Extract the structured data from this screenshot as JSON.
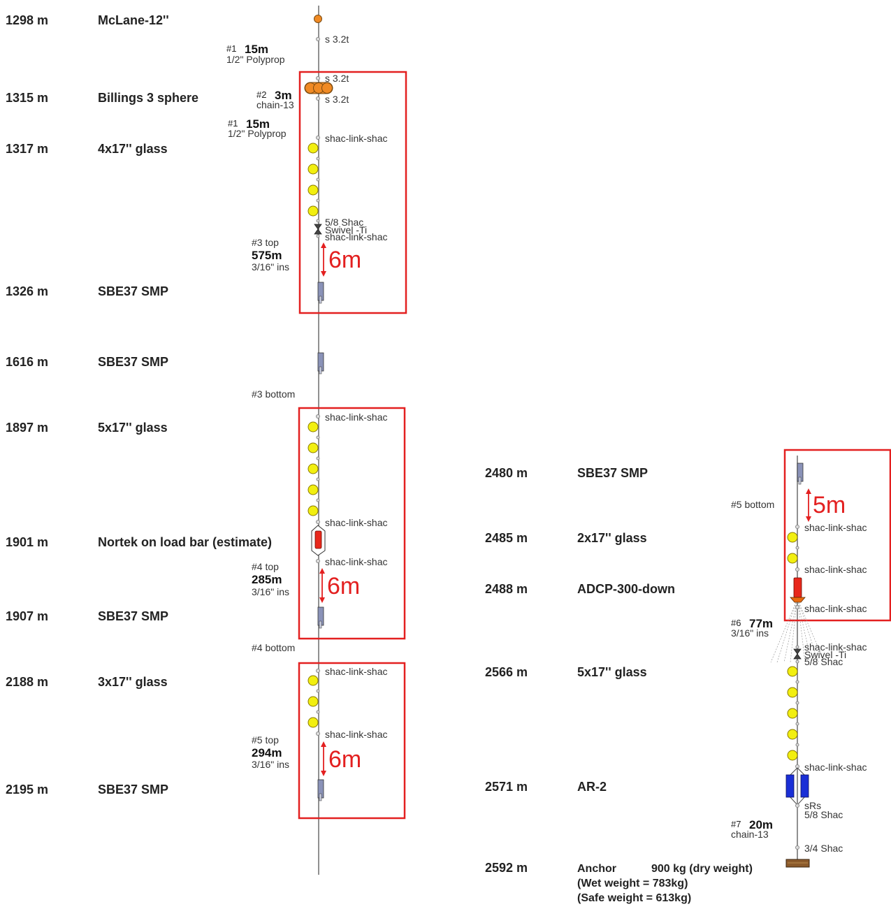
{
  "left_column": {
    "items": [
      {
        "depth": "1298 m",
        "name": "McLane-12''"
      },
      {
        "depth": "1315 m",
        "name": "Billings 3 sphere"
      },
      {
        "depth": "1317 m",
        "name": "4x17'' glass"
      },
      {
        "depth": "1326 m",
        "name": "SBE37 SMP"
      },
      {
        "depth": "1616 m",
        "name": "SBE37 SMP"
      },
      {
        "depth": "1897 m",
        "name": "5x17'' glass"
      },
      {
        "depth": "1901 m",
        "name": "Nortek on load bar (estimate)"
      },
      {
        "depth": "1907 m",
        "name": "SBE37 SMP"
      },
      {
        "depth": "2188 m",
        "name": "3x17'' glass"
      },
      {
        "depth": "2195 m",
        "name": "SBE37 SMP"
      }
    ],
    "hardware": {
      "s1": "s 3.2t",
      "s2": "s 3.2t",
      "s3": "s 3.2t",
      "sls1": "shac-link-shac",
      "shac58": "5/8 Shac",
      "swivel": "Swivel -Ti",
      "sls2": "shac-link-shac",
      "sls3": "shac-link-shac",
      "sls4": "shac-link-shac",
      "sls5": "shac-link-shac",
      "sls6": "shac-link-shac",
      "sls7": "shac-link-shac"
    },
    "segments": {
      "seg1": {
        "num": "#1",
        "len": "15m",
        "mat": "1/2\" Polyprop"
      },
      "seg2": {
        "num": "#2",
        "len": "3m",
        "mat": "chain-13"
      },
      "seg3": {
        "num": "#1",
        "len": "15m",
        "mat": "1/2\" Polyprop"
      },
      "seg4": {
        "top": "#3 top",
        "len": "575m",
        "mat": "3/16\" ins",
        "bottom": "#3 bottom"
      },
      "seg5": {
        "top": "#4 top",
        "len": "285m",
        "mat": "3/16\" ins",
        "bottom": "#4 bottom"
      },
      "seg6": {
        "top": "#5 top",
        "len": "294m",
        "mat": "3/16\" ins"
      }
    },
    "spans": {
      "a": "6m",
      "b": "6m",
      "c": "6m"
    }
  },
  "right_column": {
    "items": [
      {
        "depth": "2480 m",
        "name": "SBE37 SMP"
      },
      {
        "depth": "2485 m",
        "name": "2x17'' glass"
      },
      {
        "depth": "2488 m",
        "name": "ADCP-300-down"
      },
      {
        "depth": "2566 m",
        "name": "5x17'' glass"
      },
      {
        "depth": "2571 m",
        "name": "AR-2"
      },
      {
        "depth": "2592 m",
        "name": "Anchor"
      }
    ],
    "hardware": {
      "sls1": "shac-link-shac",
      "sls2": "shac-link-shac",
      "sls3": "shac-link-shac",
      "sls4": "shac-link-shac",
      "swivel": "Swivel -Ti",
      "shac58": "5/8 Shac",
      "sls5": "shac-link-shac",
      "srs": "sRs",
      "shac58b": "5/8 Shac",
      "shac34": "3/4 Shac"
    },
    "segments": {
      "seg5b": {
        "bottom": "#5 bottom"
      },
      "seg6": {
        "num": "#6",
        "len": "77m",
        "mat": "3/16\" ins"
      },
      "seg7": {
        "num": "#7",
        "len": "20m",
        "mat": "chain-13"
      }
    },
    "spans": {
      "a": "5m"
    },
    "anchor": {
      "dry": "900 kg (dry weight)",
      "wet": "(Wet weight =  783kg)",
      "safe": "(Safe weight =  613kg)"
    }
  },
  "colors": {
    "line": "#6b6b6b",
    "glass": "#f2ef10",
    "float": "#f08a24",
    "box": "#e32020",
    "sensor": "#8a92b8",
    "adcp": "#e8281c",
    "release": "#1a2fd6",
    "anchor": "#8b5a2b"
  }
}
